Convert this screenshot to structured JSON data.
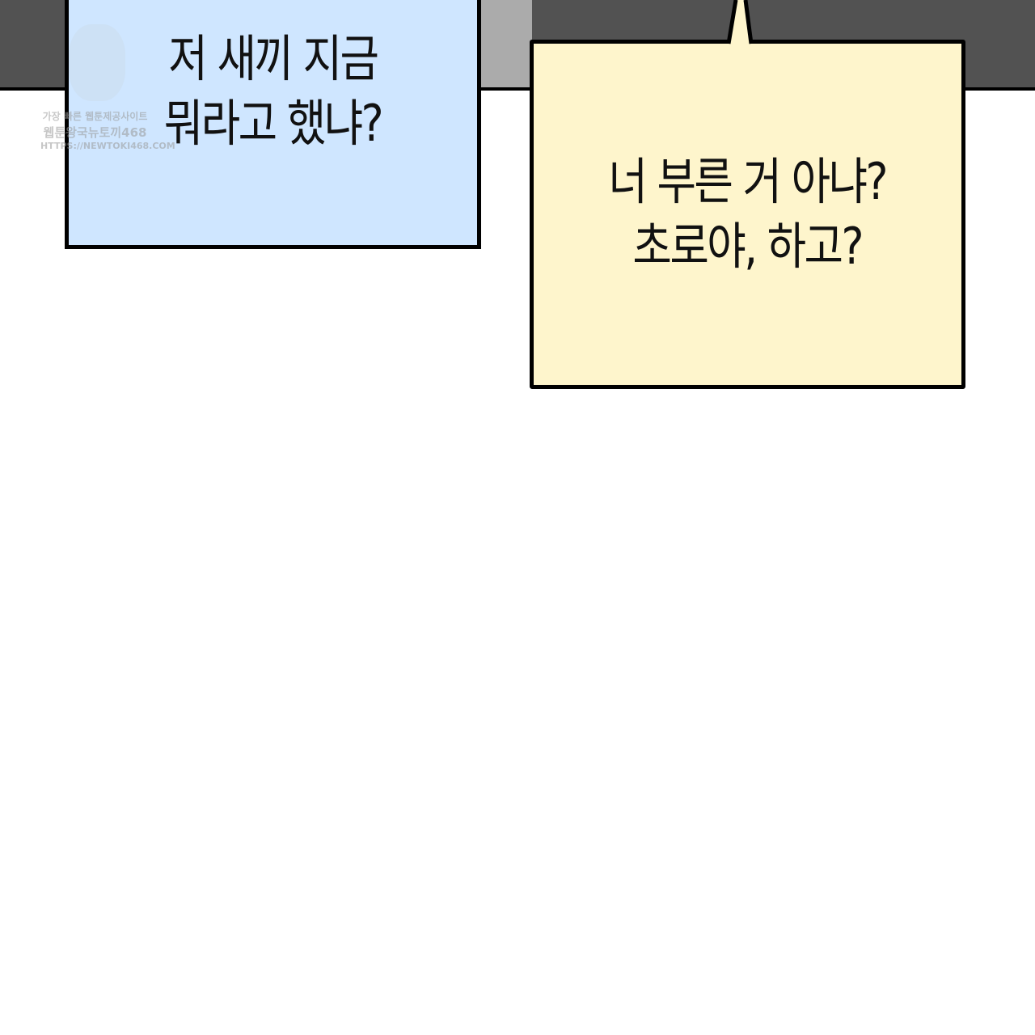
{
  "panel": {
    "bubble_left": {
      "text": "저 새끼 지금\n뭐라고 했냐?",
      "color": "#cfe6ff"
    },
    "bubble_right": {
      "text": "너 부른 거 아냐?\n초로야, 하고?",
      "color": "#fef5cc"
    }
  },
  "watermark": {
    "line1": "가장 빠른 웹툰제공사이트",
    "line2": "웹툰왕국뉴토끼468",
    "line3": "HTTPS://NEWTOKI468.COM"
  }
}
